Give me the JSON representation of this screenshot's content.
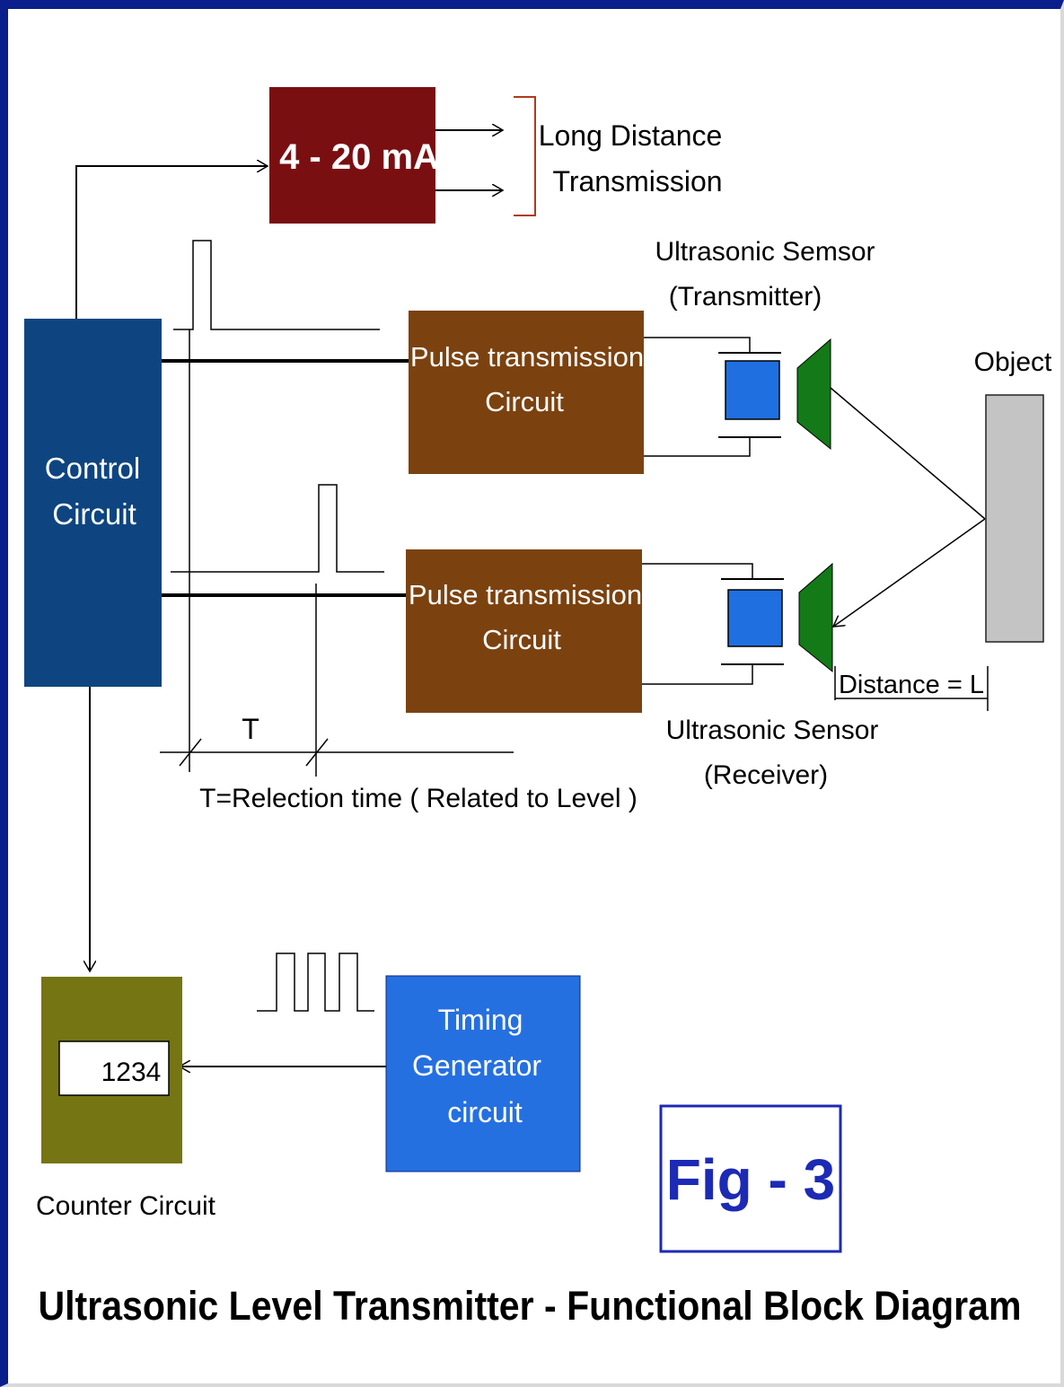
{
  "diagram": {
    "title": "Ultrasonic Level Transmitter - Functional Block Diagram",
    "figure_label": "Fig - 3",
    "blocks": {
      "current_loop": "4 - 20 mA",
      "control_circuit": [
        "Control",
        "Circuit"
      ],
      "pulse_tx_1": [
        "Pulse transmission",
        "Circuit"
      ],
      "pulse_tx_2": [
        "Pulse transmission",
        "Circuit"
      ],
      "timing_generator": [
        "Timing",
        "Generator",
        "circuit"
      ],
      "counter_display": "1234"
    },
    "labels": {
      "long_distance": [
        "Long Distance",
        "Transmission"
      ],
      "sensor_transmitter": [
        "Ultrasonic Semsor",
        "(Transmitter)"
      ],
      "sensor_receiver": [
        "Ultrasonic Sensor",
        "(Receiver)"
      ],
      "object": "Object",
      "distance": "Distance = L",
      "time_symbol": "T",
      "time_note": "T=Relection time ( Related to Level )",
      "counter_circuit": "Counter Circuit"
    },
    "colors": {
      "frame": "#0a1f8c",
      "current_loop_block": "#7a0f12",
      "control_block": "#0e4580",
      "pulse_block": "#7b4210",
      "sensor_crystal": "#1f6fe0",
      "sensor_horn": "#137a17",
      "object_block": "#c4c4c4",
      "counter_block": "#757513",
      "timing_block": "#2570e0",
      "fig_text": "#1c2ab5"
    }
  }
}
